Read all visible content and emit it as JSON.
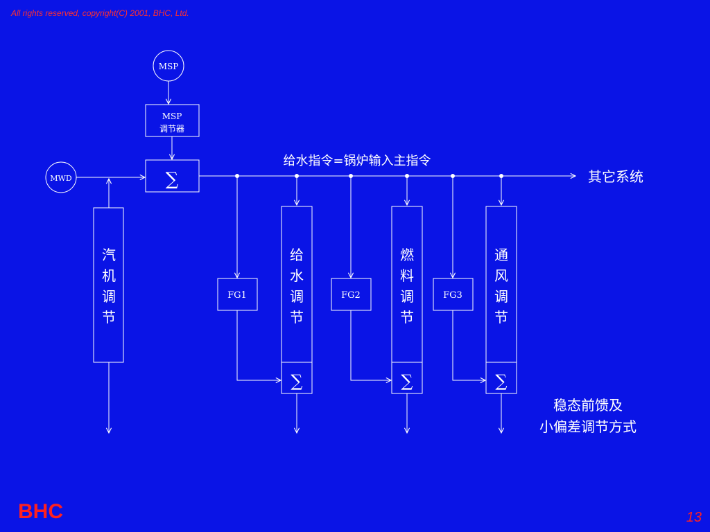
{
  "header": {
    "copyright": "All rights reserved, copyright(C) 2001, BHC, Ltd."
  },
  "footer": {
    "brand": "BHC",
    "page_number": "13"
  },
  "diagram": {
    "msp_circle": "MSP",
    "msp_controller": {
      "line1": "MSP",
      "line2": "调节器"
    },
    "mwd_circle": "MWD",
    "sum_symbol": "∑",
    "main_signal_label": "给水指令=锅炉输入主指令",
    "other_systems": "其它系统",
    "turbine_control": [
      "汽",
      "机",
      "调",
      "节"
    ],
    "feedwater_control": [
      "给",
      "水",
      "调",
      "节"
    ],
    "fuel_control": [
      "燃",
      "料",
      "调",
      "节"
    ],
    "air_control": [
      "通",
      "风",
      "调",
      "节"
    ],
    "fg1": "FG1",
    "fg2": "FG2",
    "fg3": "FG3",
    "caption": {
      "line1": "稳态前馈及",
      "line2": "小偏差调节方式"
    }
  }
}
